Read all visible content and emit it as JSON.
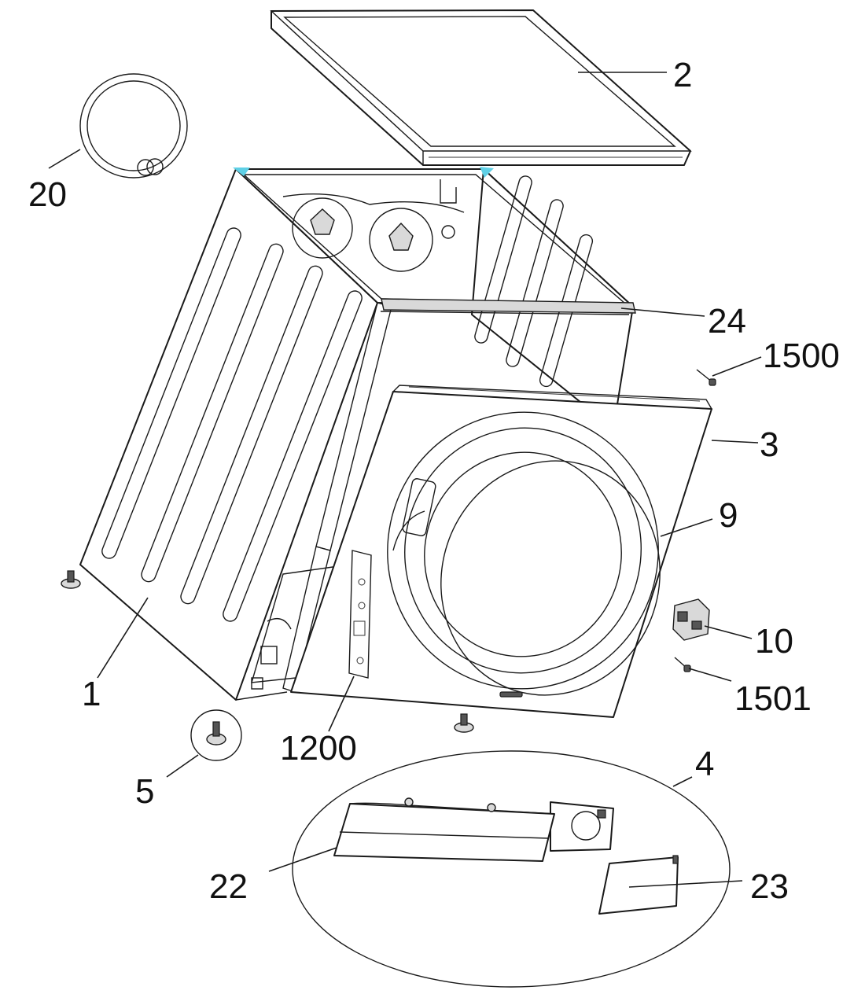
{
  "colors": {
    "line": "#1a1a1a",
    "accent": "#5fd0e6",
    "background": "#ffffff"
  },
  "callouts": {
    "p2": "2",
    "p20": "20",
    "p24": "24",
    "p1500": "1500",
    "p3": "3",
    "p9": "9",
    "p10": "10",
    "p1501": "1501",
    "p1": "1",
    "p1200": "1200",
    "p5": "5",
    "p4": "4",
    "p22": "22",
    "p23": "23"
  }
}
